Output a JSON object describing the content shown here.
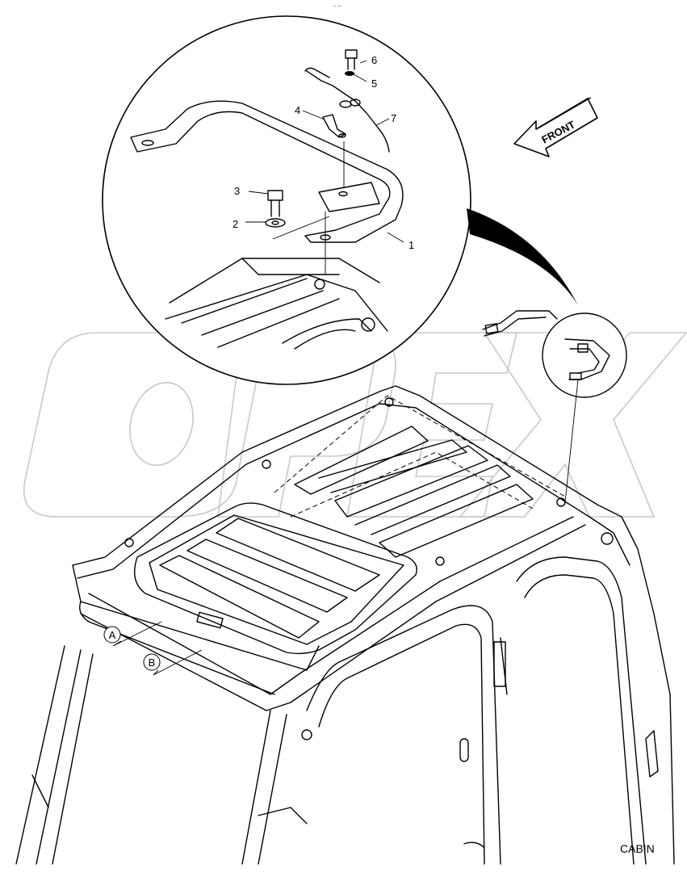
{
  "header": {
    "corner_code": "-- ---"
  },
  "front_label": "FRONT",
  "callouts": [
    {
      "id": "1",
      "label": "1"
    },
    {
      "id": "2",
      "label": "2"
    },
    {
      "id": "3",
      "label": "3"
    },
    {
      "id": "4",
      "label": "4"
    },
    {
      "id": "5",
      "label": "5"
    },
    {
      "id": "6",
      "label": "6"
    },
    {
      "id": "7",
      "label": "7"
    }
  ],
  "view_markers": [
    {
      "id": "A",
      "label": "A"
    },
    {
      "id": "B",
      "label": "B"
    }
  ],
  "watermark_text": "OPEX",
  "caption": "CABIN"
}
